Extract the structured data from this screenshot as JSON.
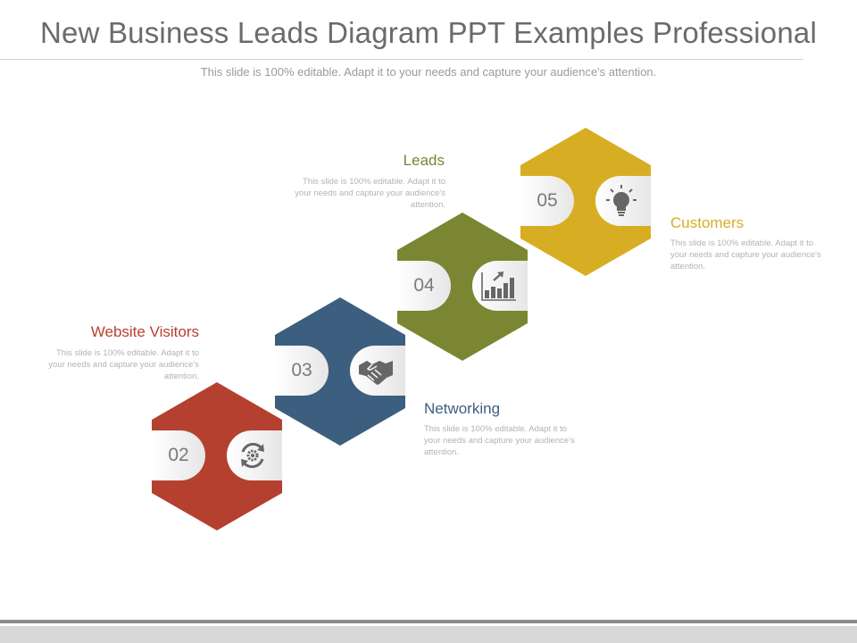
{
  "slide": {
    "title": "New Business Leads Diagram PPT Examples Professional",
    "subtitle": "This slide is 100% editable. Adapt it to your needs and capture your audience's attention."
  },
  "steps": [
    {
      "number": "02",
      "label": "Website Visitors",
      "text": "This slide is 100% editable. Adapt it to your needs and capture your audience's attention.",
      "color": "#b5402f",
      "icon": "refresh-gear-icon"
    },
    {
      "number": "03",
      "label": "Networking",
      "text": "This slide is 100% editable. Adapt it to your needs and capture your audience's attention.",
      "color": "#3d5f7f",
      "icon": "handshake-icon"
    },
    {
      "number": "04",
      "label": "Leads",
      "text": "This slide is 100% editable. Adapt it to your needs and capture your audience's attention.",
      "color": "#7a8632",
      "icon": "bar-chart-icon"
    },
    {
      "number": "05",
      "label": "Customers",
      "text": "This slide is 100% editable. Adapt it to your needs and capture your audience's attention.",
      "color": "#d7ae23",
      "icon": "lightbulb-icon"
    }
  ]
}
